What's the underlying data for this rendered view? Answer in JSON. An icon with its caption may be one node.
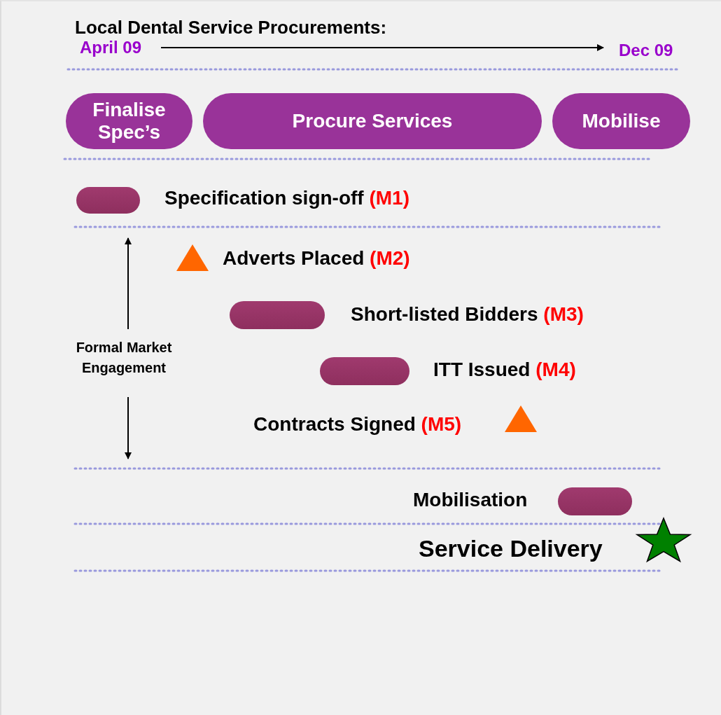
{
  "diagram": {
    "title": "Local Dental Service Procurements:",
    "nodes": [
      {
        "text": [
          "Finalise Spec’s"
        ]
      },
      {
        "text": [
          "Procure Services"
        ]
      },
      {
        "text": [
          "Mobilise"
        ]
      },
      {
        "text": [],
        "shape": "bar",
        "beside": [
          "Specification sign-off",
          "(M1)"
        ]
      },
      {
        "text": [],
        "shape": "triangle",
        "beside": [
          "Adverts Placed",
          "(M2)"
        ]
      },
      {
        "text": [],
        "shape": "bar",
        "beside": [
          "Short-listed Bidders",
          "(M3)"
        ]
      },
      {
        "text": [],
        "shape": "bar",
        "beside": [
          "ITT Issued",
          "(M4)"
        ]
      },
      {
        "text": [],
        "shape": "triangle",
        "beside": [
          "Contracts Signed",
          "(M5)"
        ]
      },
      {
        "text": [],
        "shape": "bar",
        "beside": [
          "Mobilisation"
        ]
      },
      {
        "text": [],
        "shape": "star",
        "beside": [
          "Service Delivery"
        ]
      }
    ],
    "labels": [
      "April 09",
      "Dec 09",
      "Formal Market Engagement"
    ]
  }
}
